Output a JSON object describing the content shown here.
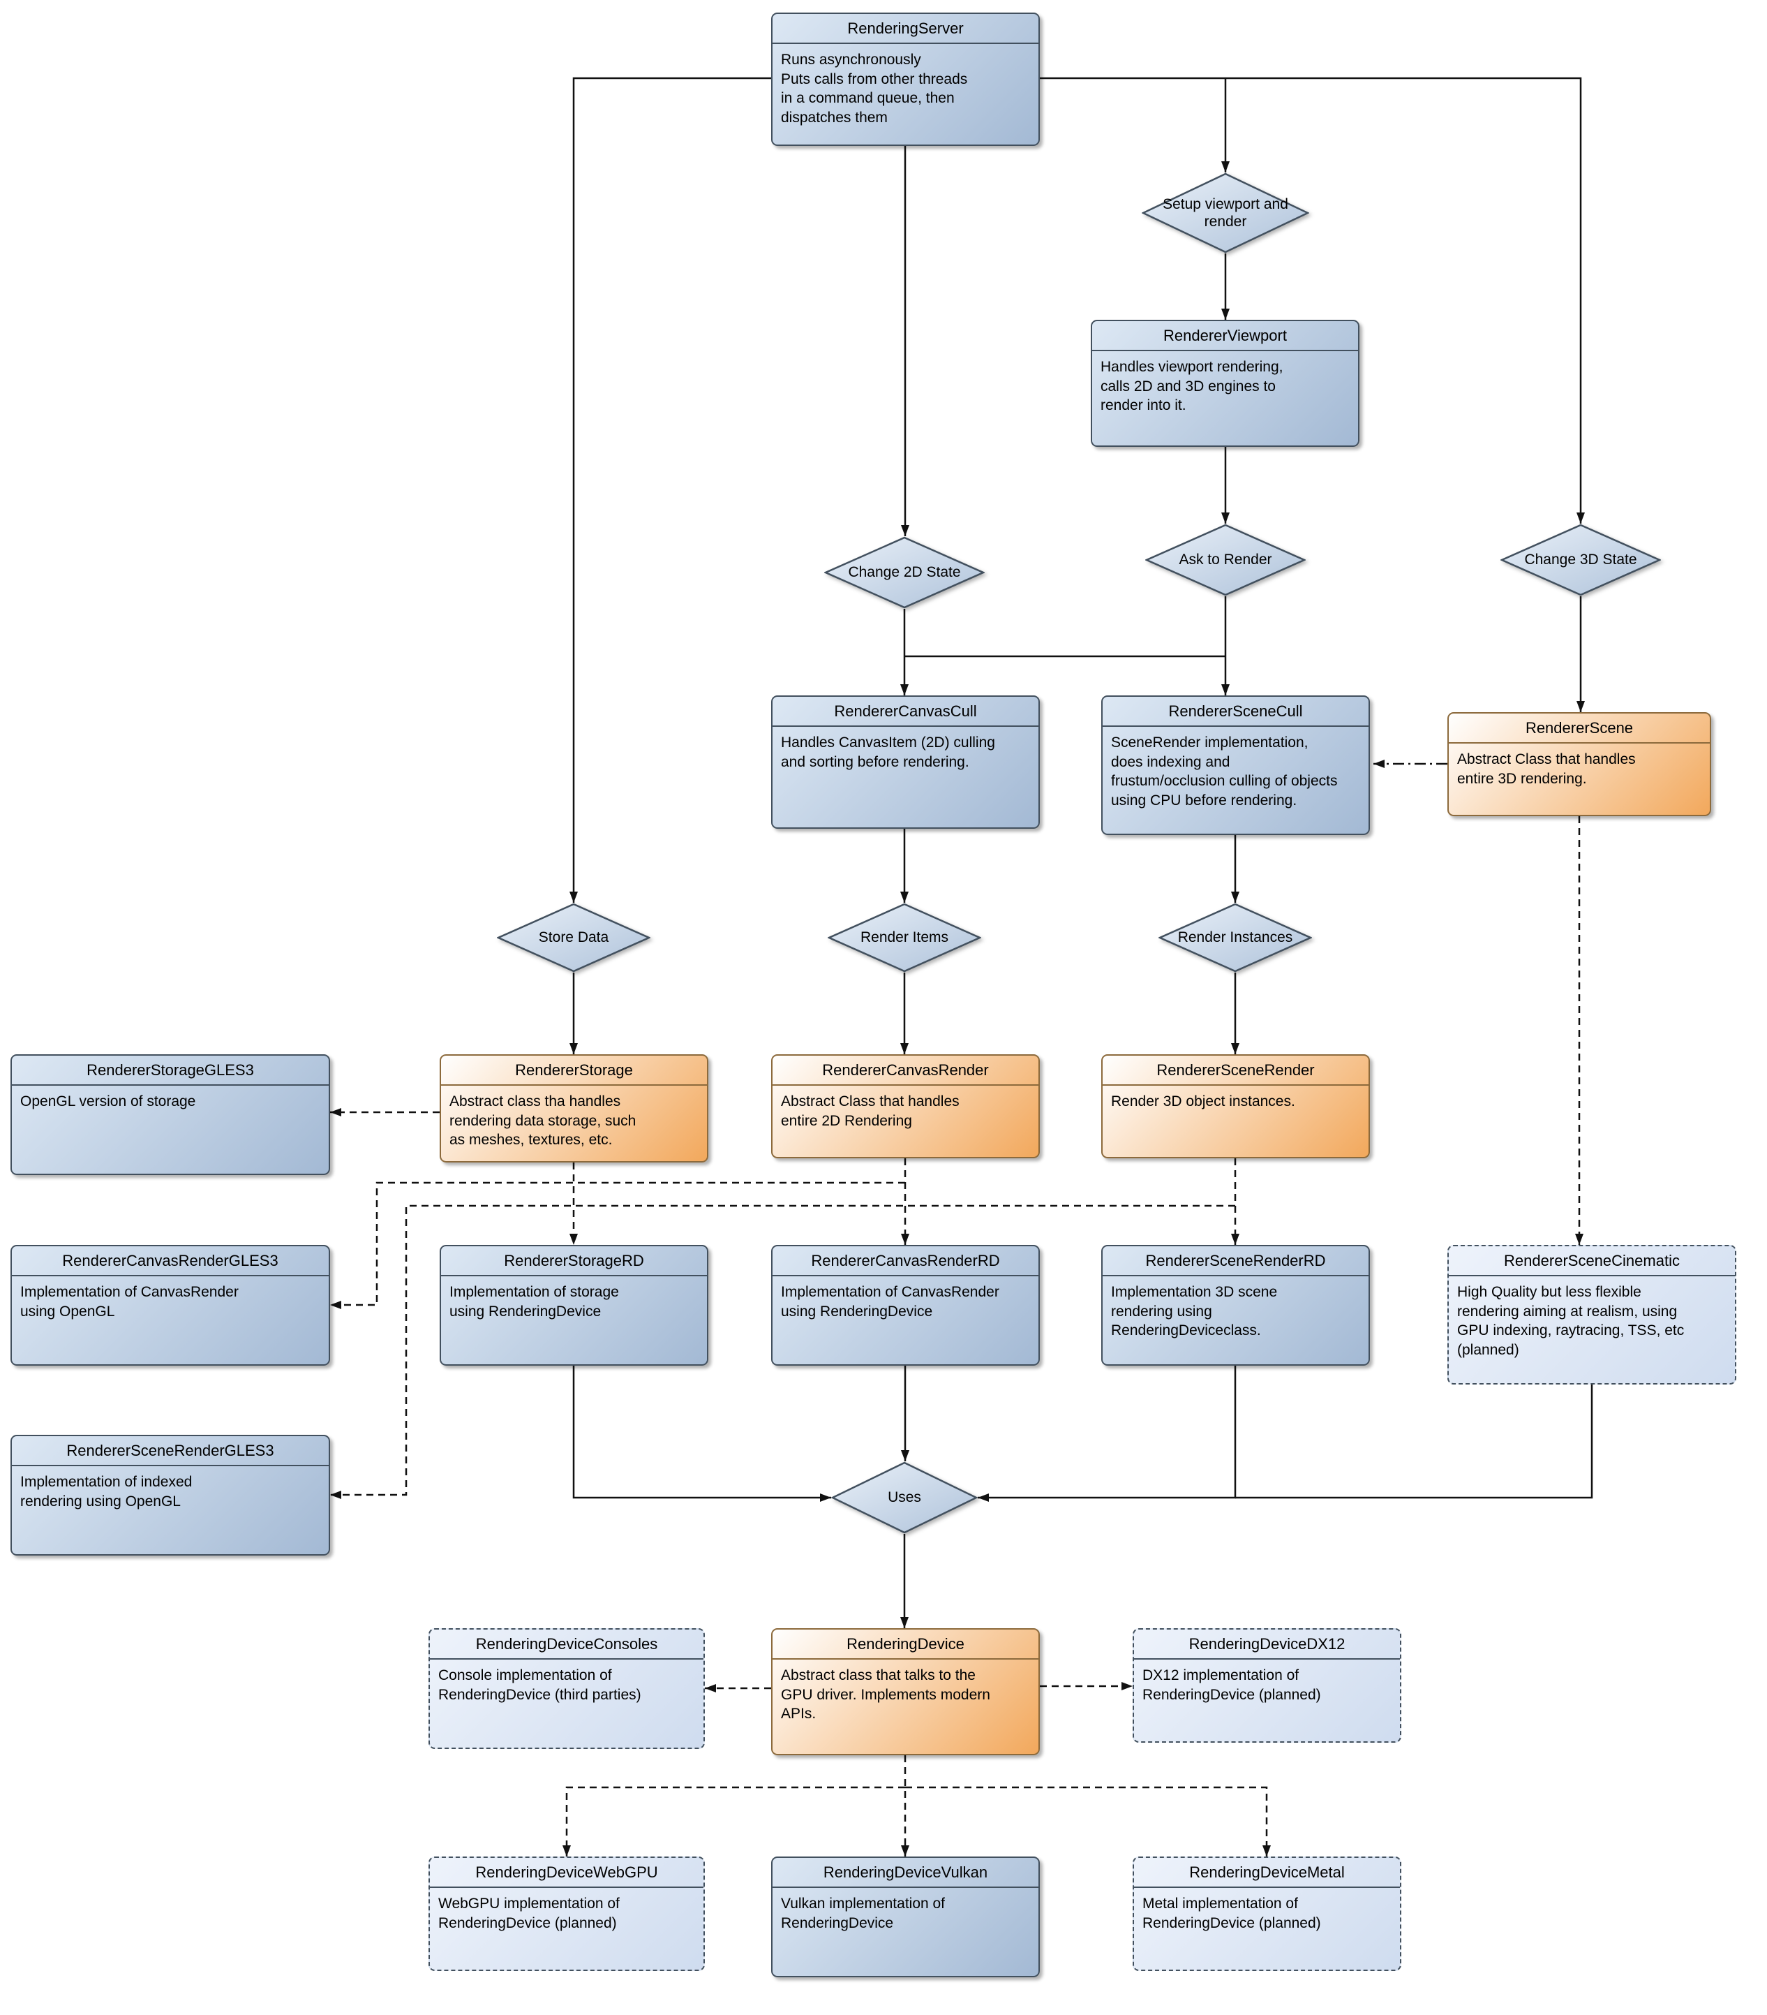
{
  "diagram_title": "Godot rendering architecture flow",
  "palette": {
    "node-blue-light": "#dde8f4",
    "node-blue-dark": "#a3b9d4",
    "node-orange-light": "#ffffff",
    "node-orange-dark": "#f2a85c",
    "node-planned-light": "#eef3fb",
    "node-planned-dark": "#cfdcef",
    "diamond-light": "#e9f0f8",
    "diamond-dark": "#aec2da",
    "border": "#42505e",
    "orange-border": "#8c6a3c",
    "connector": "#111111"
  },
  "nodes": [
    {
      "id": "RenderingServer",
      "style": "blue",
      "title": "RenderingServer",
      "body": "Runs asynchronously\nPuts calls from other threads\nin a command queue, then\ndispatches them"
    },
    {
      "id": "RendererViewport",
      "style": "blue",
      "title": "RendererViewport",
      "body": "Handles viewport rendering,\ncalls 2D and 3D engines to\nrender into it."
    },
    {
      "id": "RendererCanvasCull",
      "style": "blue",
      "title": "RendererCanvasCull",
      "body": "Handles CanvasItem (2D) culling\nand sorting before rendering."
    },
    {
      "id": "RendererSceneCull",
      "style": "blue",
      "title": "RendererSceneCull",
      "body": "SceneRender implementation,\ndoes indexing and\nfrustum/occlusion culling of objects\nusing CPU before rendering."
    },
    {
      "id": "RendererScene",
      "style": "orange",
      "title": "RendererScene",
      "body": "Abstract Class that handles\nentire 3D rendering."
    },
    {
      "id": "RendererStorageGLES3",
      "style": "blue",
      "title": "RendererStorageGLES3",
      "body": "OpenGL version of storage"
    },
    {
      "id": "RendererStorage",
      "style": "orange",
      "title": "RendererStorage",
      "body": "Abstract class tha handles\nrendering data storage, such\nas meshes, textures, etc."
    },
    {
      "id": "RendererCanvasRender",
      "style": "orange",
      "title": "RendererCanvasRender",
      "body": "Abstract Class that handles\nentire 2D Rendering"
    },
    {
      "id": "RendererSceneRender",
      "style": "orange",
      "title": "RendererSceneRender",
      "body": "Render 3D object instances."
    },
    {
      "id": "RendererCanvasRenderGLES3",
      "style": "blue",
      "title": "RendererCanvasRenderGLES3",
      "body": "Implementation of CanvasRender\nusing OpenGL"
    },
    {
      "id": "RendererStorageRD",
      "style": "blue",
      "title": "RendererStorageRD",
      "body": "Implementation of storage\nusing RenderingDevice"
    },
    {
      "id": "RendererCanvasRenderRD",
      "style": "blue",
      "title": "RendererCanvasRenderRD",
      "body": "Implementation of CanvasRender\nusing RenderingDevice"
    },
    {
      "id": "RendererSceneRenderRD",
      "style": "blue",
      "title": "RendererSceneRenderRD",
      "body": "Implementation 3D scene\nrendering using\nRenderingDeviceclass."
    },
    {
      "id": "RendererSceneCinematic",
      "style": "planned",
      "title": "RendererSceneCinematic",
      "body": "High Quality but less flexible\nrendering aiming at realism, using\nGPU indexing, raytracing, TSS, etc\n(planned)"
    },
    {
      "id": "RendererSceneRenderGLES3",
      "style": "blue",
      "title": "RendererSceneRenderGLES3",
      "body": "Implementation of indexed\nrendering using OpenGL"
    },
    {
      "id": "RenderingDeviceConsoles",
      "style": "planned",
      "title": "RenderingDeviceConsoles",
      "body": "Console implementation of\nRenderingDevice (third parties)"
    },
    {
      "id": "RenderingDevice",
      "style": "orange",
      "title": "RenderingDevice",
      "body": "Abstract class that talks to the\nGPU driver. Implements modern\nAPIs."
    },
    {
      "id": "RenderingDeviceDX12",
      "style": "planned",
      "title": "RenderingDeviceDX12",
      "body": "DX12 implementation of\nRenderingDevice (planned)"
    },
    {
      "id": "RenderingDeviceWebGPU",
      "style": "planned",
      "title": "RenderingDeviceWebGPU",
      "body": "WebGPU implementation of\nRenderingDevice (planned)"
    },
    {
      "id": "RenderingDeviceVulkan",
      "style": "blue",
      "title": "RenderingDeviceVulkan",
      "body": "Vulkan implementation of\nRenderingDevice"
    },
    {
      "id": "RenderingDeviceMetal",
      "style": "planned",
      "title": "RenderingDeviceMetal",
      "body": "Metal implementation of\nRenderingDevice (planned)"
    }
  ],
  "decisions": [
    {
      "id": "setup",
      "label": "Setup viewport\nand render"
    },
    {
      "id": "change2d",
      "label": "Change 2D State"
    },
    {
      "id": "askrender",
      "label": "Ask to Render"
    },
    {
      "id": "change3d",
      "label": "Change 3D State"
    },
    {
      "id": "storedata",
      "label": "Store Data"
    },
    {
      "id": "renderitems",
      "label": "Render Items"
    },
    {
      "id": "renderinstances",
      "label": "Render Instances"
    },
    {
      "id": "uses",
      "label": "Uses"
    }
  ]
}
